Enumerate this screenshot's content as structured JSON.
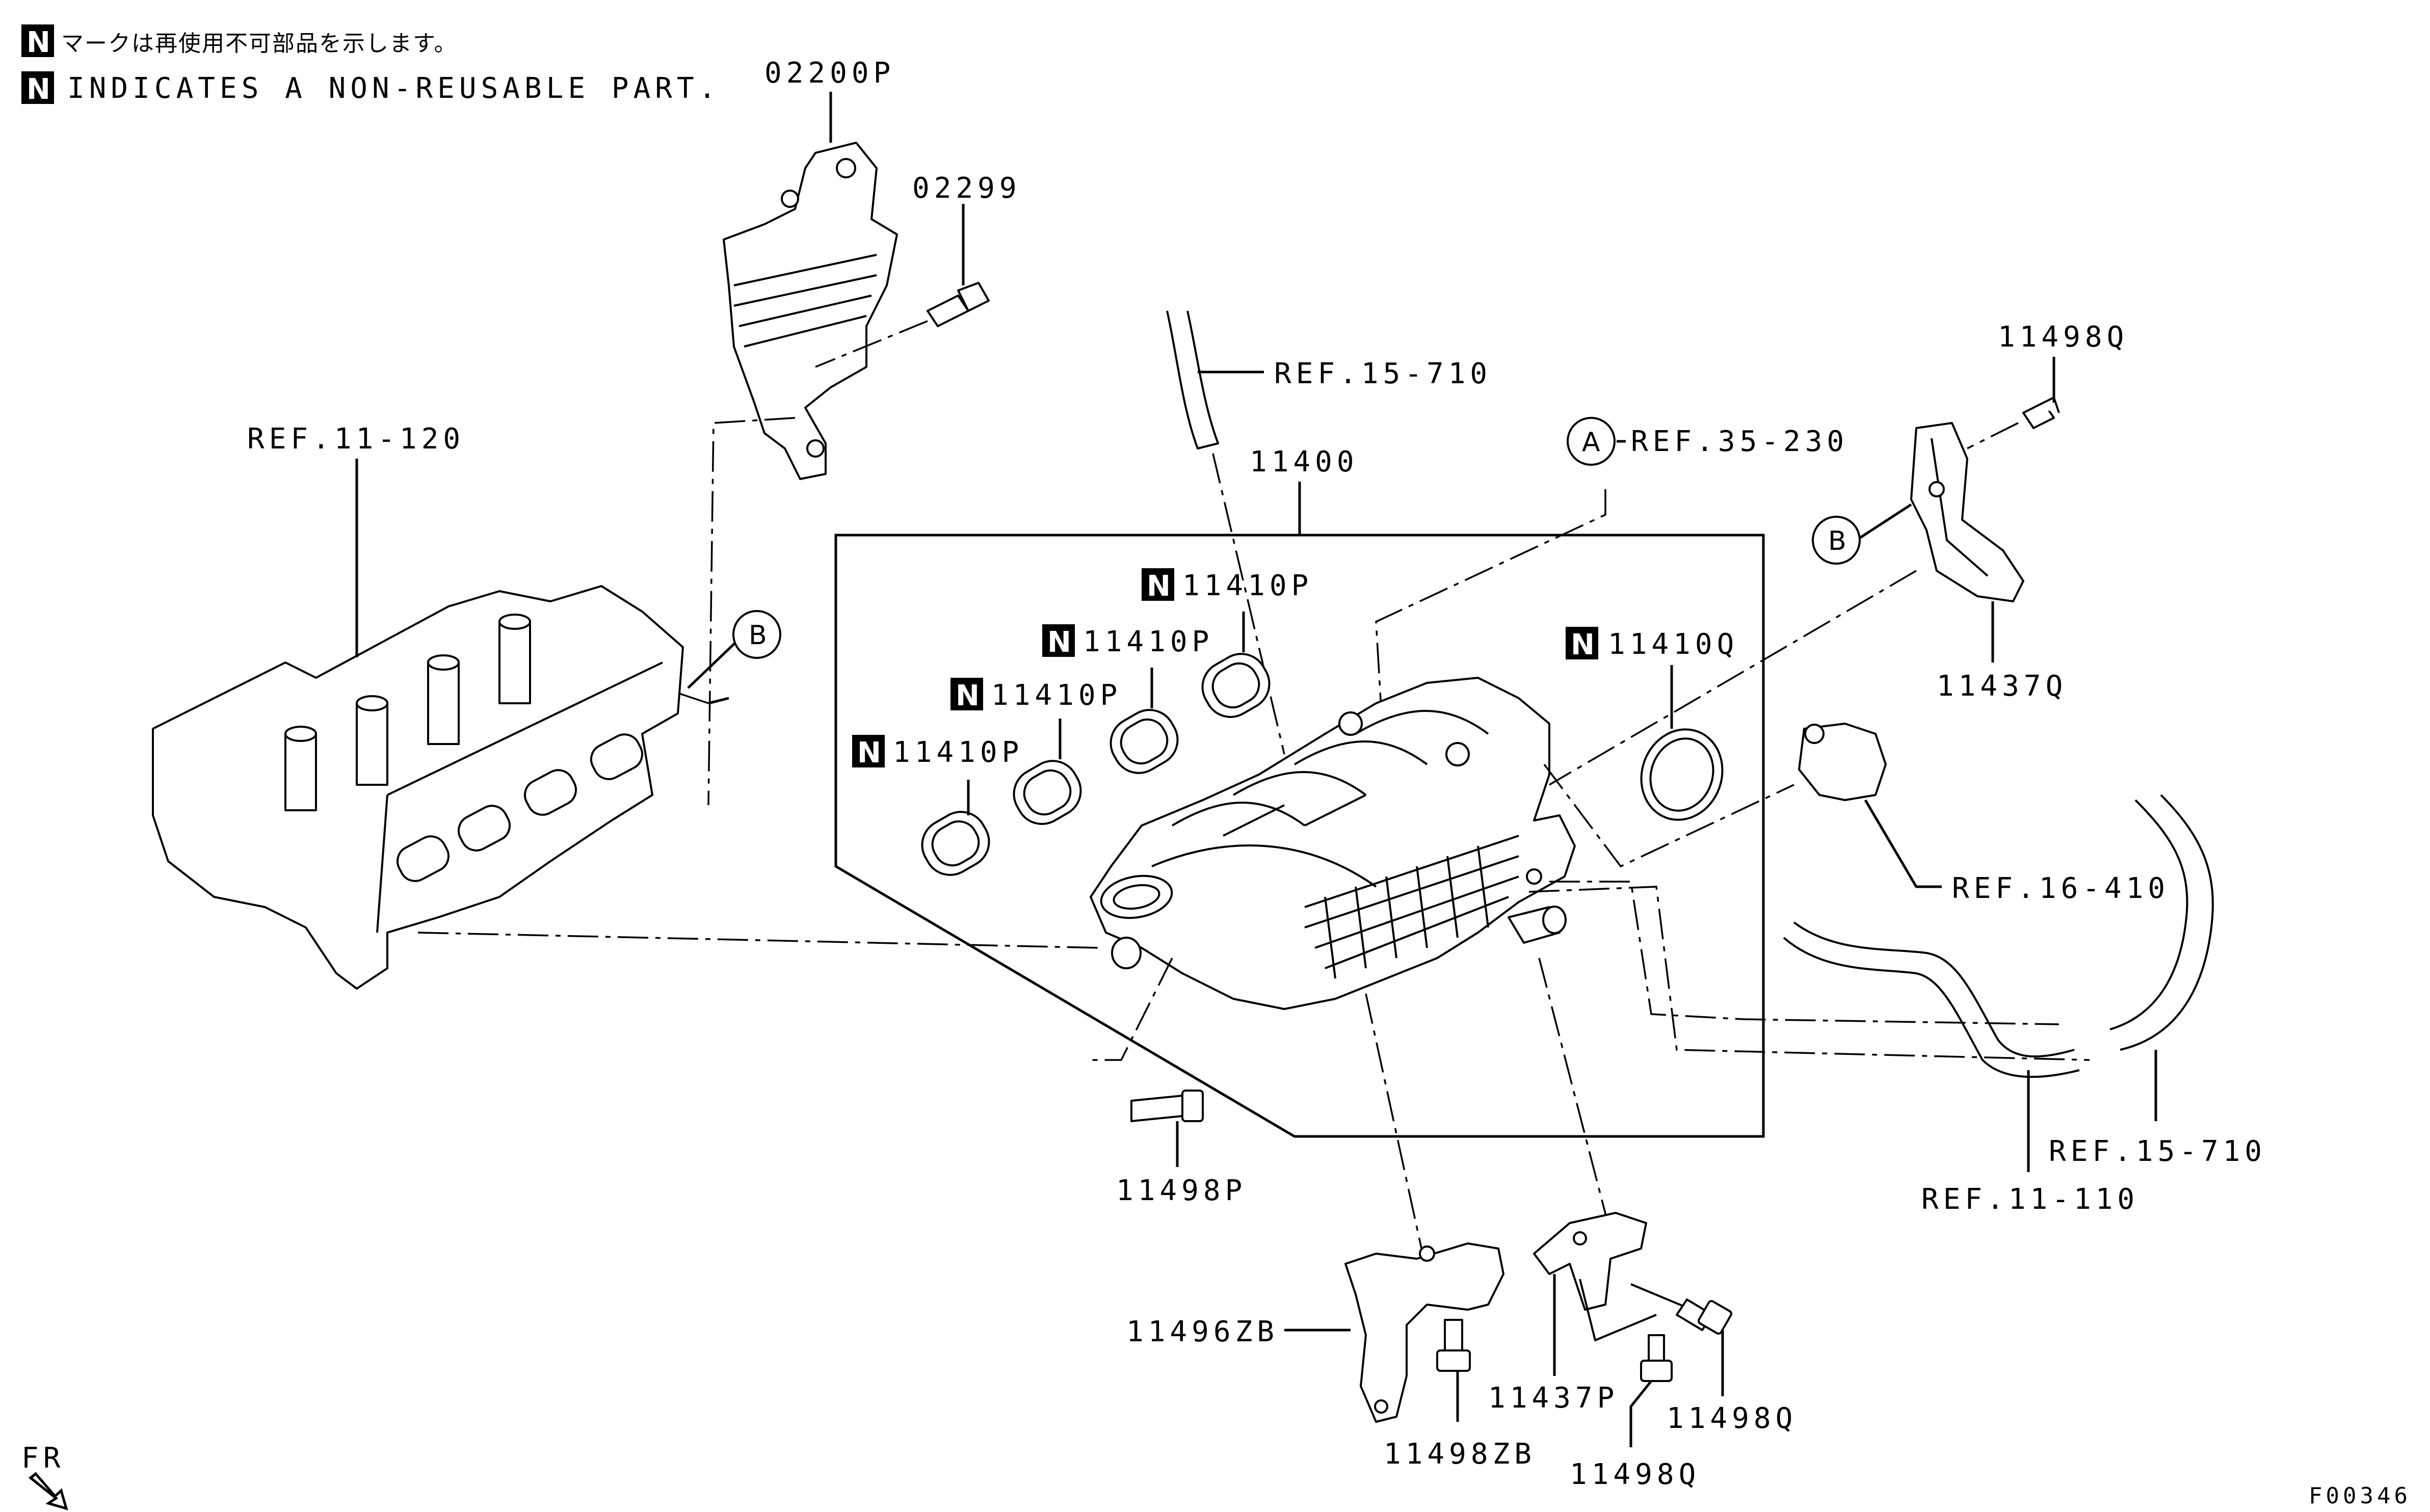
{
  "legend": {
    "badge": "N",
    "jp_note": "マークは再使用不可部品を示します。",
    "en_note": "INDICATES A NON-REUSABLE PART."
  },
  "labels": {
    "bracket_02200p": "02200P",
    "bolt_02299": "02299",
    "ref_15_710_top": "REF.15-710",
    "ref_11_120": "REF.11-120",
    "manifold_11400": "11400",
    "ref_35_230": "REF.35-230",
    "bolt_11498q_top": "11498Q",
    "bracket_11437q": "11437Q",
    "gasket_1": "11410P",
    "gasket_2": "11410P",
    "gasket_3": "11410P",
    "gasket_4": "11410P",
    "gasket_11410q": "11410Q",
    "ref_16_410": "REF.16-410",
    "ref_15_710_right": "REF.15-710",
    "ref_11_110": "REF.11-110",
    "bolt_11498p": "11498P",
    "bracket_11496zb": "11496ZB",
    "bolt_11498zb": "11498ZB",
    "bracket_11437p": "11437P",
    "bolt_11498q_right": "11498Q",
    "bolt_11498q_bottom": "11498Q",
    "front": "FR",
    "figure_id": "F00346"
  },
  "callouts": {
    "a": "A",
    "b_left": "B",
    "b_right": "B"
  },
  "non_reusable_badge": "N"
}
